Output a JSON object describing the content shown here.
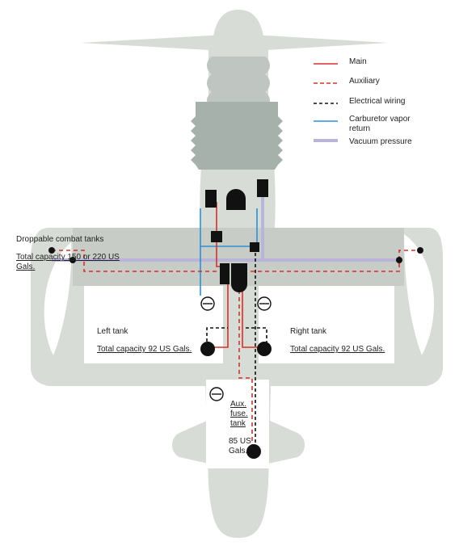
{
  "legend": {
    "main": "Main",
    "auxiliary": "Auxiliary",
    "electrical": "Electrical wiring",
    "carb_line1": "Carburetor vapor",
    "carb_line2": "return",
    "vacuum": "Vacuum pressure"
  },
  "labels": {
    "droppable": "Droppable combat tanks",
    "droppable_cap_line1": "Total capacity 150 or 220 US",
    "droppable_cap_line2": "Gals.",
    "left_tank": "Left tank",
    "left_cap": "Total capacity 92 US Gals.",
    "right_tank": "Right tank",
    "right_cap": "Total capacity 92 US Gals.",
    "aux_line1": "Aux.",
    "aux_line2": "fuse.",
    "aux_line3": "tank",
    "aux_cap_line1": "85 US",
    "aux_cap_line2": "Gals."
  },
  "colors": {
    "main": "#d6302a",
    "auxiliary": "#d6302a",
    "electrical": "#111111",
    "carburetor": "#2f8fd6",
    "vacuum": "#b9b4d8",
    "airframe": "#d7dcd6",
    "engine": "#a7b1ac"
  }
}
